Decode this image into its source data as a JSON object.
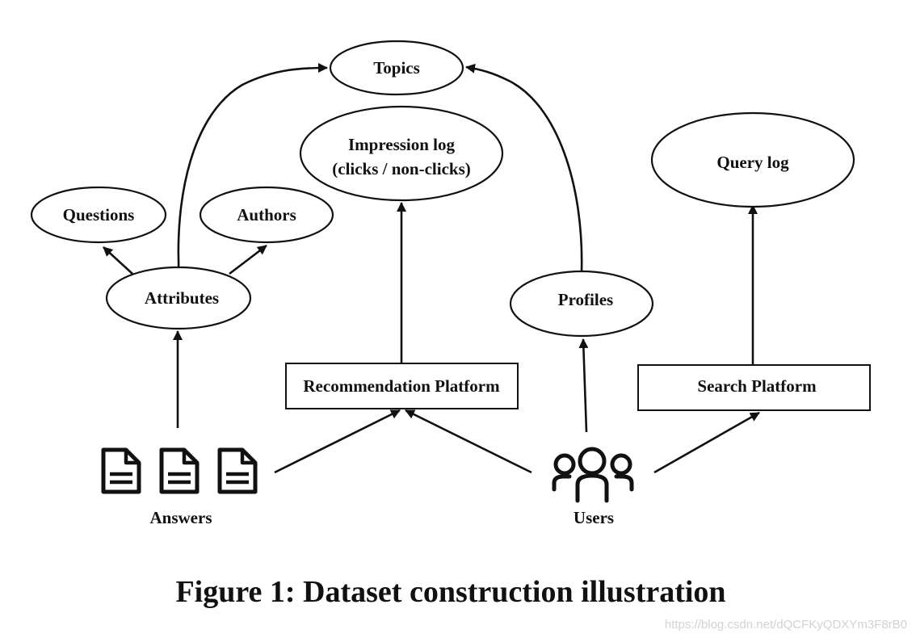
{
  "diagram": {
    "nodes": {
      "topics": "Topics",
      "impression_log_line1": "Impression log",
      "impression_log_line2": "(clicks / non-clicks)",
      "query_log": "Query log",
      "questions": "Questions",
      "authors": "Authors",
      "attributes": "Attributes",
      "profiles": "Profiles",
      "recommendation_platform": "Recommendation Platform",
      "search_platform": "Search Platform",
      "answers": "Answers",
      "users": "Users"
    },
    "icons": {
      "answers": "document-icon",
      "users": "users-group-icon"
    },
    "colors": {
      "stroke": "#111111",
      "background": "#ffffff"
    }
  },
  "caption": "Figure 1: Dataset construction illustration",
  "watermark": "https://blog.csdn.net/dQCFKyQDXYm3F8rB0"
}
